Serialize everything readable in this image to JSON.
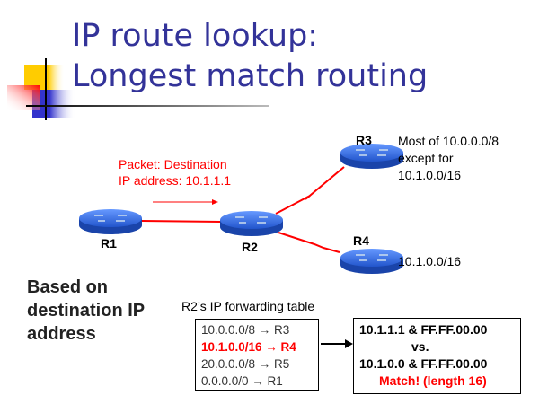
{
  "title": {
    "line1": "IP route lookup:",
    "line2": "Longest match routing"
  },
  "routers": {
    "r1": "R1",
    "r2": "R2",
    "r3": "R3",
    "r4": "R4"
  },
  "packet": {
    "line1": "Packet: Destination",
    "line2": "IP address: 10.1.1.1"
  },
  "r3_note": {
    "line1": "Most of 10.0.0.0/8",
    "line2": "except for",
    "line3": "10.1.0.0/16"
  },
  "r4_note": "10.1.0.0/16",
  "basis": {
    "line1": "Based on",
    "line2": "destination IP",
    "line3": "address"
  },
  "table": {
    "caption": "R2’s IP forwarding table",
    "rows": [
      "10.0.0.0/8 → R3",
      "10.1.0.0/16 → R4",
      "20.0.0.0/8 → R5",
      "0.0.0.0/0 → R1"
    ]
  },
  "result": {
    "line1": "10.1.1.1 & FF.FF.00.00",
    "line2": "vs.",
    "line3": "10.1.0.0 & FF.FF.00.00",
    "line4": "Match! (length 16)"
  },
  "colors": {
    "title": "#333399",
    "highlight": "#ff0000",
    "router": "#3366cc"
  }
}
